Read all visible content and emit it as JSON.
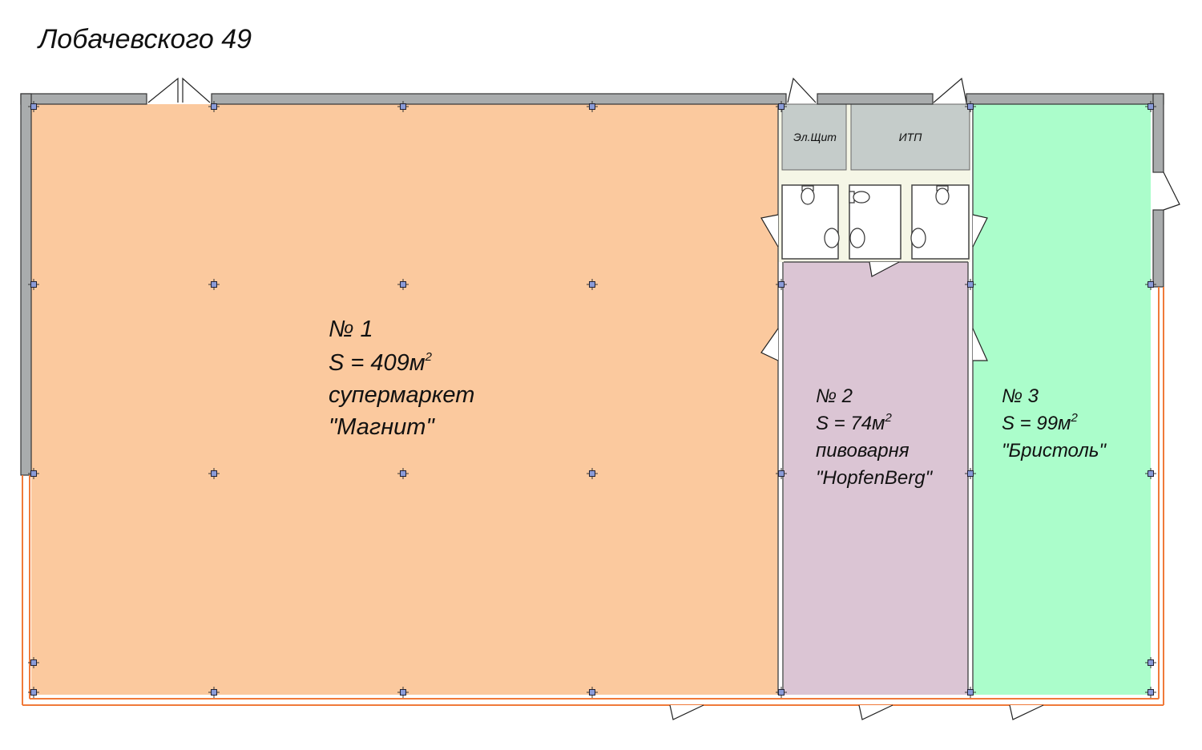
{
  "title": "Лобачевского 49",
  "colors": {
    "room1": "#fbc99e",
    "room2": "#dbc5d4",
    "room3": "#abfdcb",
    "service": "#c5ccca",
    "corridor": "#f5f6e6",
    "wall": "#a9acad",
    "glazing": "#f07a3a"
  },
  "rooms": [
    {
      "number": "№ 1",
      "area_prefix": "S = 409м",
      "area_sup": "2",
      "use": "супермаркет",
      "tenant": "\"Магнит\""
    },
    {
      "number": "№ 2",
      "area_prefix": "S = 74м",
      "area_sup": "2",
      "use": "пивоварня",
      "tenant": "\"HopfenBerg\""
    },
    {
      "number": "№ 3",
      "area_prefix": "S = 99м",
      "area_sup": "2",
      "tenant": "\"Бристоль\""
    }
  ],
  "service_rooms": [
    {
      "label": "Эл.Щит"
    },
    {
      "label": "ИТП"
    }
  ],
  "icons": [
    "door-swing-icon",
    "toilet-icon",
    "sink-icon",
    "column-marker-icon"
  ]
}
